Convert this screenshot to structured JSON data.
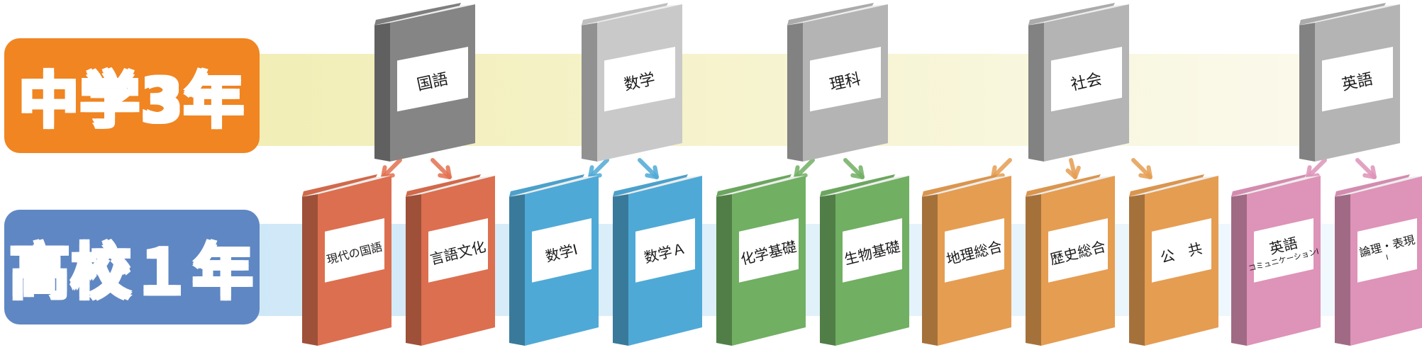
{
  "rows": {
    "junior": {
      "label": "中学3年",
      "color": "#F08522",
      "band": "#F4F1C4"
    },
    "senior": {
      "label": "高校１年",
      "color": "#5F87C3",
      "band": "#D5ECF8"
    }
  },
  "junior_books": [
    {
      "label": "国語",
      "color": "#858585"
    },
    {
      "label": "数学",
      "color": "#C9C9C9"
    },
    {
      "label": "理科",
      "color": "#B4B4B4"
    },
    {
      "label": "社会",
      "color": "#B4B4B4"
    },
    {
      "label": "英語",
      "color": "#B4B4B4"
    }
  ],
  "senior_books": [
    {
      "label": "現代の国語",
      "color": "#DC6F4F"
    },
    {
      "label": "言語文化",
      "color": "#DC6F4F"
    },
    {
      "label": "数学Ⅰ",
      "color": "#4FA9D6"
    },
    {
      "label": "数学Ａ",
      "color": "#4FA9D6"
    },
    {
      "label": "化学基礎",
      "color": "#71AF63"
    },
    {
      "label": "生物基礎",
      "color": "#71AF63"
    },
    {
      "label": "地理総合",
      "color": "#E59D52"
    },
    {
      "label": "歴史総合",
      "color": "#E59D52"
    },
    {
      "label": "公　共",
      "color": "#E59D52"
    },
    {
      "label": "英語",
      "sublabel": "コミュニケーションⅠ",
      "color": "#DE93B8"
    },
    {
      "label": "論理・表現",
      "sublabel": "Ⅰ",
      "color": "#DE93B8"
    }
  ],
  "arrow_colors": [
    "#E2704F",
    "#4FA9D6",
    "#71AF63",
    "#E59D52",
    "#DE93B8"
  ]
}
